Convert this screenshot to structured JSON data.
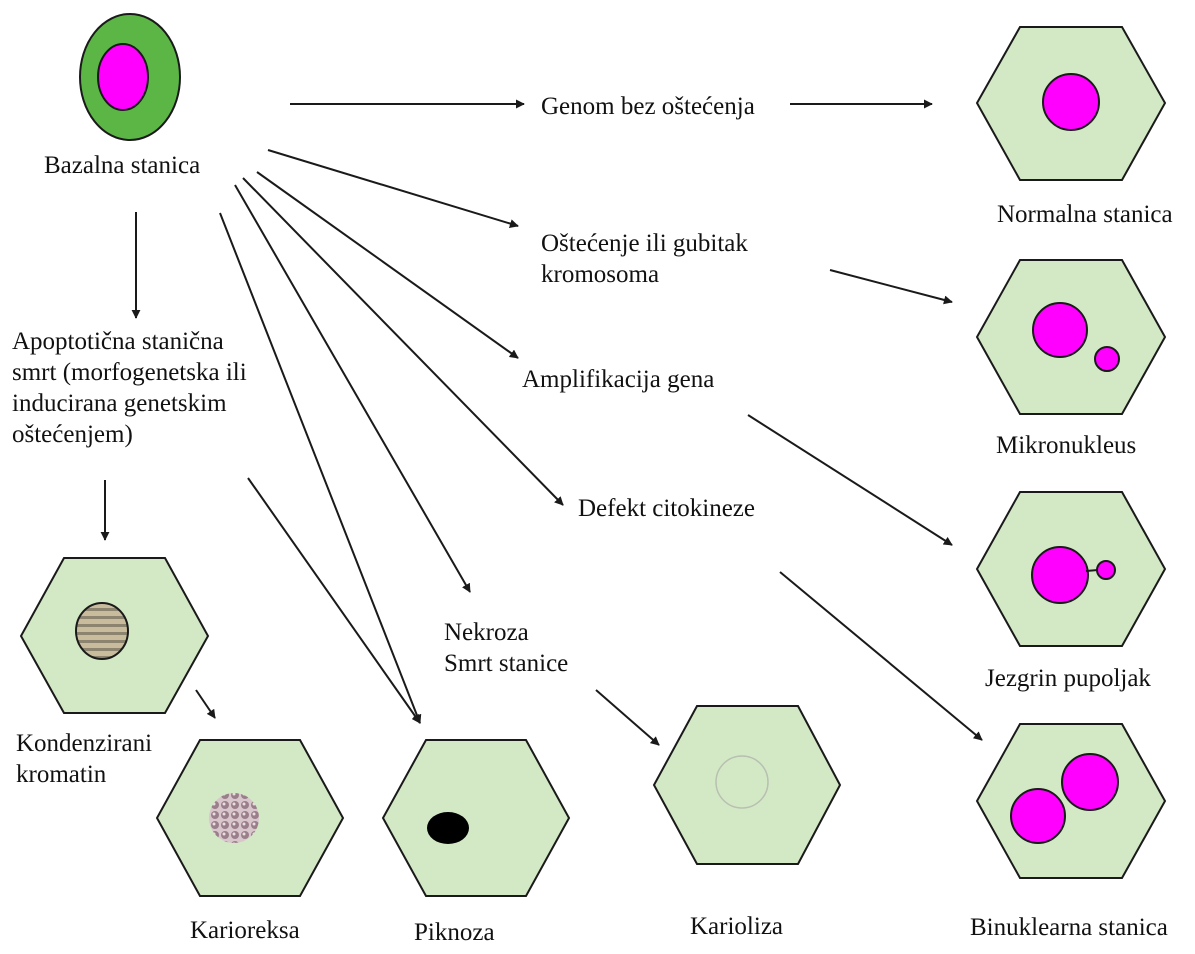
{
  "colors": {
    "cell_fill": "#d3e9c6",
    "cell_stroke": "#1a1a1a",
    "basal_cytoplasm": "#5cb646",
    "nucleus": "#ff00ff",
    "condensed_chromatin": "#b6a88a",
    "karyorrhexis_fragments": "#a08a90",
    "pyknotic_nucleus": "#000000",
    "karyolysis_ghost": "#b8c0b0",
    "arrow": "#1a1a1a"
  },
  "labels": {
    "basal_cell": "Bazalna stanica",
    "no_damage": "Genom bez oštećenja",
    "normal_cell": "Normalna stanica",
    "chromosome_loss": "Oštećenje ili gubitak\nkromosoma",
    "micronucleus": "Mikronukleus",
    "gene_amplification": "Amplifikacija gena",
    "nuclear_bud": "Jezgrin pupoljak",
    "cytokinesis_defect": "Defekt citokineze",
    "binucleated": "Binuklearna stanica",
    "apoptosis": "Apoptotična stanična\nsmrt (morfogenetska ili\ninducirana genetskim\noštećenjem)",
    "condensed_chromatin": "Kondenzirani\nkromatin",
    "karyorrhexis": "Karioreksa",
    "pyknosis": "Piknoza",
    "necrosis": "Nekroza\nSmrt stanice",
    "karyolysis": "Karioliza"
  }
}
